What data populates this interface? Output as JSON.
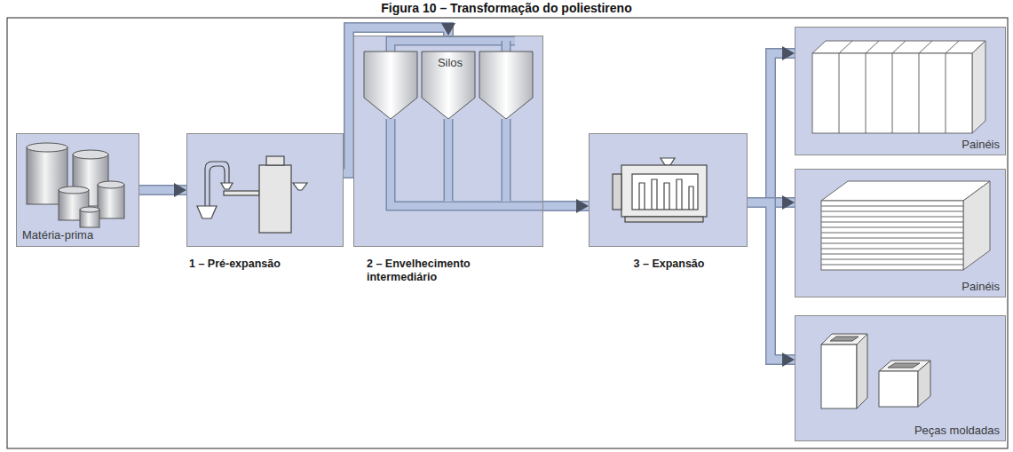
{
  "diagram": {
    "title": "Figura 10 – Transformação do poliestireno",
    "nodes": [
      {
        "text": [
          "Matéria-prima"
        ]
      },
      {
        "text": [
          "1 – Pré-expansão"
        ]
      },
      {
        "text": [
          "Silos",
          "2 – Envelhecimento intermediário"
        ]
      },
      {
        "text": [
          "3 – Expansão"
        ]
      },
      {
        "text": [
          "Painéis"
        ]
      },
      {
        "text": [
          "Painéis"
        ]
      },
      {
        "text": [
          "Peças moldadas"
        ]
      }
    ],
    "edges": [
      {
        "from": 0,
        "to": 1,
        "arrow": "to"
      },
      {
        "from": 1,
        "to": 2,
        "arrow": "to"
      },
      {
        "from": 2,
        "to": 3,
        "arrow": "to"
      },
      {
        "from": 3,
        "to": 4,
        "arrow": "to"
      },
      {
        "from": 3,
        "to": 5,
        "arrow": "to"
      },
      {
        "from": 3,
        "to": 6,
        "arrow": "to"
      }
    ]
  }
}
